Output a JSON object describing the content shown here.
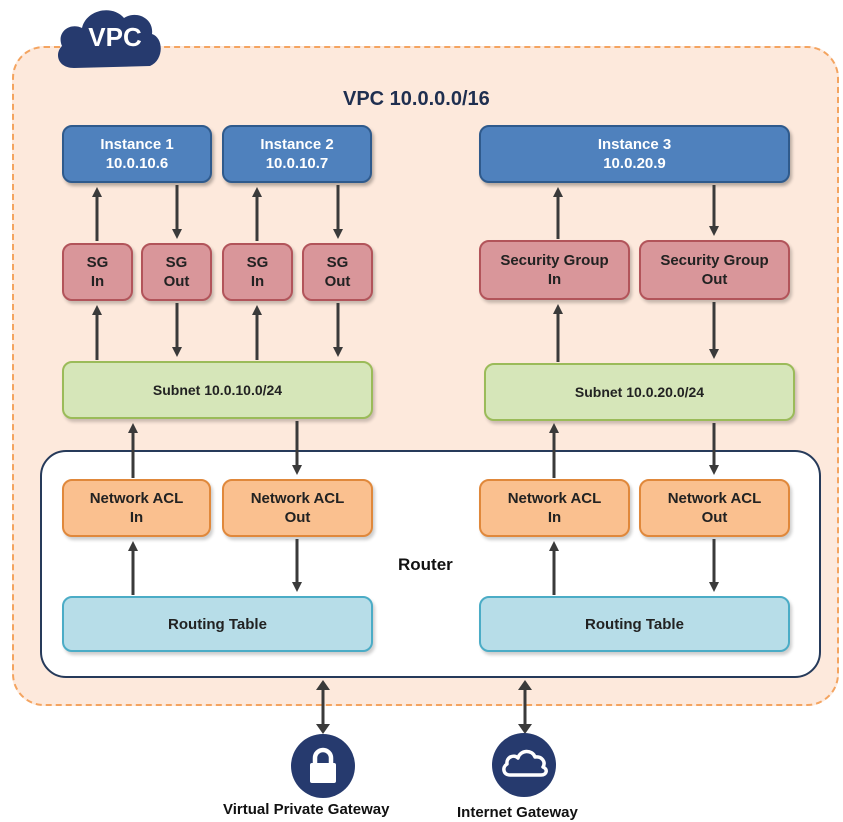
{
  "vpc": {
    "badge": "VPC",
    "title": "VPC 10.0.0.0/16"
  },
  "instances": [
    {
      "name": "Instance 1",
      "ip": "10.0.10.6"
    },
    {
      "name": "Instance 2",
      "ip": "10.0.10.7"
    },
    {
      "name": "Instance 3",
      "ip": "10.0.20.9"
    }
  ],
  "security_groups": [
    {
      "line1": "SG",
      "line2": "In"
    },
    {
      "line1": "SG",
      "line2": "Out"
    },
    {
      "line1": "SG",
      "line2": "In"
    },
    {
      "line1": "SG",
      "line2": "Out"
    },
    {
      "line1": "Security Group",
      "line2": "In"
    },
    {
      "line1": "Security Group",
      "line2": "Out"
    }
  ],
  "subnets": [
    "Subnet 10.0.10.0/24",
    "Subnet 10.0.20.0/24"
  ],
  "router": {
    "label": "Router",
    "acls": [
      {
        "line1": "Network ACL",
        "line2": "In"
      },
      {
        "line1": "Network ACL",
        "line2": "Out"
      },
      {
        "line1": "Network ACL",
        "line2": "In"
      },
      {
        "line1": "Network ACL",
        "line2": "Out"
      }
    ],
    "routing_tables": [
      "Routing Table",
      "Routing Table"
    ]
  },
  "gateways": [
    {
      "label": "Virtual Private Gateway",
      "icon": "lock-icon"
    },
    {
      "label": "Internet Gateway",
      "icon": "cloud-icon"
    }
  ],
  "colors": {
    "instance": "#4f81bd",
    "security_group": "#d9969a",
    "subnet": "#d6e6b9",
    "network_acl": "#fac08f",
    "routing_table": "#b7dde8",
    "vpc_fill": "#fde9dc",
    "vpc_border": "#f4a460",
    "badge": "#263a6e"
  }
}
